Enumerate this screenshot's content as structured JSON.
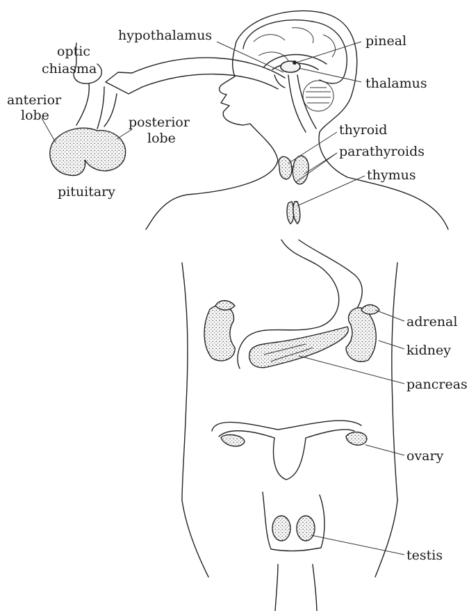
{
  "labels": {
    "optic_chiasma_1": "optic",
    "optic_chiasma_2": "chiasma",
    "anterior_lobe_1": "anterior",
    "anterior_lobe_2": "lobe",
    "posterior_lobe_1": "posterior",
    "posterior_lobe_2": "lobe",
    "pituitary": "pituitary",
    "hypothalamus": "hypothalamus",
    "pineal": "pineal",
    "thalamus": "thalamus",
    "thyroid": "thyroid",
    "parathyroids": "parathyroids",
    "thymus": "thymus",
    "adrenal": "adrenal",
    "kidney": "kidney",
    "pancreas": "pancreas",
    "ovary": "ovary",
    "testis": "testis"
  }
}
